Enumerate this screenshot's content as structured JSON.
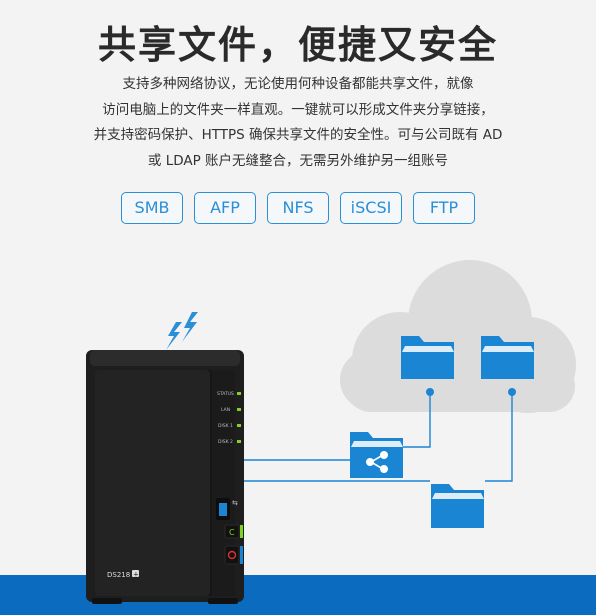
{
  "heading": "共享文件，便捷又安全",
  "description": [
    "支持多种网络协议，无论使用何种设备都能共享文件，就像",
    "访问电脑上的文件夹一样直观。一键就可以形成文件夹分享链接，",
    "并支持密码保护、HTTPS 确保共享文件的安全性。可与公司既有 AD",
    "或 LDAP 账户无缝整合，无需另外维护另一组账号"
  ],
  "protocols": [
    "SMB",
    "AFP",
    "NFS",
    "iSCSI",
    "FTP"
  ],
  "nas": {
    "model": "DS218",
    "led_labels": [
      "STATUS",
      "LAN",
      "DISK 1",
      "DISK 2"
    ],
    "copy_button": "C"
  },
  "colors": {
    "accent": "#2a8fd6",
    "folder": "#1a86d3",
    "bottom_bar": "#0a6bbf",
    "led": "#7ed321"
  },
  "icons": [
    "lightning-icon",
    "folder-icon",
    "share-folder-icon",
    "cloud-icon",
    "usb-icon",
    "power-icon"
  ]
}
